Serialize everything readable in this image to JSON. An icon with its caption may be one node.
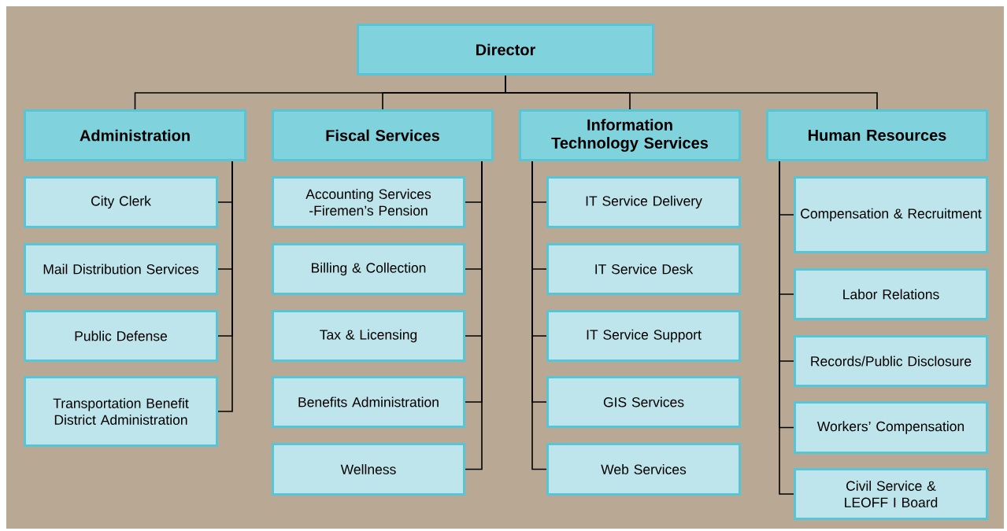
{
  "diagram": {
    "nodes": [
      {
        "text": [
          "Director"
        ]
      },
      {
        "text": [
          "Administration"
        ]
      },
      {
        "text": [
          "Fiscal Services"
        ]
      },
      {
        "text": [
          "Information Technology Services"
        ]
      },
      {
        "text": [
          "Human Resources"
        ]
      },
      {
        "text": [
          "City Clerk"
        ]
      },
      {
        "text": [
          "Mail Distribution Services"
        ]
      },
      {
        "text": [
          "Public Defense"
        ]
      },
      {
        "text": [
          "Transportation Benefit District Administration"
        ]
      },
      {
        "text": [
          "Accounting Services -Firemen’s Pension"
        ]
      },
      {
        "text": [
          "Billing & Collection"
        ]
      },
      {
        "text": [
          "Tax & Licensing"
        ]
      },
      {
        "text": [
          "Benefits Administration"
        ]
      },
      {
        "text": [
          "Wellness"
        ]
      },
      {
        "text": [
          "IT Service Delivery"
        ]
      },
      {
        "text": [
          "IT Service Desk"
        ]
      },
      {
        "text": [
          "IT Service Support"
        ]
      },
      {
        "text": [
          "GIS Services"
        ]
      },
      {
        "text": [
          "Web Services"
        ]
      },
      {
        "text": [
          "Compensation & Recruitment"
        ]
      },
      {
        "text": [
          "Labor Relations"
        ]
      },
      {
        "text": [
          "Records/Public Disclosure"
        ]
      },
      {
        "text": [
          "Workers’ Compensation"
        ]
      },
      {
        "text": [
          "Civil Service & LEOFF I Board"
        ]
      }
    ],
    "edges": [
      {
        "from": 0,
        "to": 1,
        "arrow": "none"
      },
      {
        "from": 0,
        "to": 2,
        "arrow": "none"
      },
      {
        "from": 0,
        "to": 3,
        "arrow": "none"
      },
      {
        "from": 0,
        "to": 4,
        "arrow": "none"
      },
      {
        "from": 1,
        "to": 5,
        "arrow": "none"
      },
      {
        "from": 1,
        "to": 6,
        "arrow": "none"
      },
      {
        "from": 1,
        "to": 7,
        "arrow": "none"
      },
      {
        "from": 1,
        "to": 8,
        "arrow": "none"
      },
      {
        "from": 2,
        "to": 9,
        "arrow": "none"
      },
      {
        "from": 2,
        "to": 10,
        "arrow": "none"
      },
      {
        "from": 2,
        "to": 11,
        "arrow": "none"
      },
      {
        "from": 2,
        "to": 12,
        "arrow": "none"
      },
      {
        "from": 2,
        "to": 13,
        "arrow": "none"
      },
      {
        "from": 3,
        "to": 14,
        "arrow": "none"
      },
      {
        "from": 3,
        "to": 15,
        "arrow": "none"
      },
      {
        "from": 3,
        "to": 16,
        "arrow": "none"
      },
      {
        "from": 3,
        "to": 17,
        "arrow": "none"
      },
      {
        "from": 3,
        "to": 18,
        "arrow": "none"
      },
      {
        "from": 4,
        "to": 19,
        "arrow": "none"
      },
      {
        "from": 4,
        "to": 20,
        "arrow": "none"
      },
      {
        "from": 4,
        "to": 21,
        "arrow": "none"
      },
      {
        "from": 4,
        "to": 22,
        "arrow": "none"
      },
      {
        "from": 4,
        "to": 23,
        "arrow": "none"
      }
    ]
  }
}
